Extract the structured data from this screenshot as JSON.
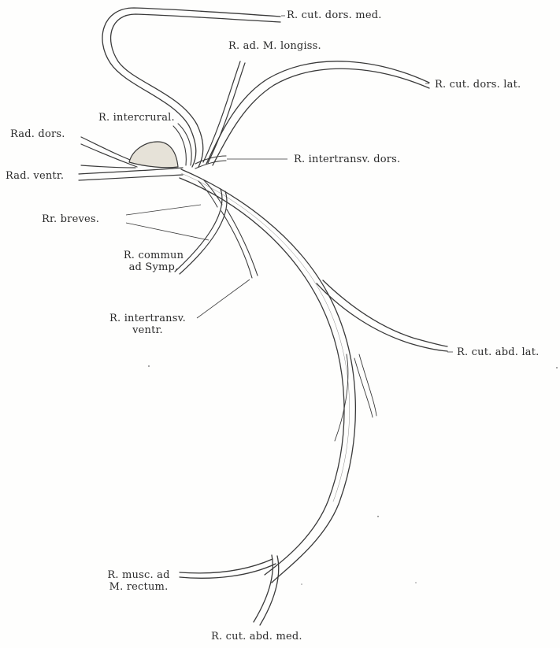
{
  "labels": {
    "r_cut_dors_med": "R. cut. dors. med.",
    "r_ad_m_longiss": "R. ad. M. longiss.",
    "r_cut_dors_lat": "R. cut. dors. lat.",
    "r_intercrural": "R. intercrural.",
    "rad_dors": "Rad. dors.",
    "rad_ventr": "Rad. ventr.",
    "r_intertransv_dors": "R. intertransv. dors.",
    "rr_breves": "Rr. breves.",
    "r_commun_line1": "R. commun",
    "r_commun_line2": "ad Symp.",
    "r_intertransv_ventr_line1": "R. intertransv.",
    "r_intertransv_ventr_line2": "ventr.",
    "r_cut_abd_lat": "R. cut. abd. lat.",
    "r_musc_line1": "R. musc. ad",
    "r_musc_line2": "M. rectum.",
    "r_cut_abd_med": "R. cut. abd. med."
  },
  "colors": {
    "ink": "#3a3a3a",
    "nerve_fill": "#f3f1ea",
    "ganglion_fill": "#e6e2d8"
  }
}
